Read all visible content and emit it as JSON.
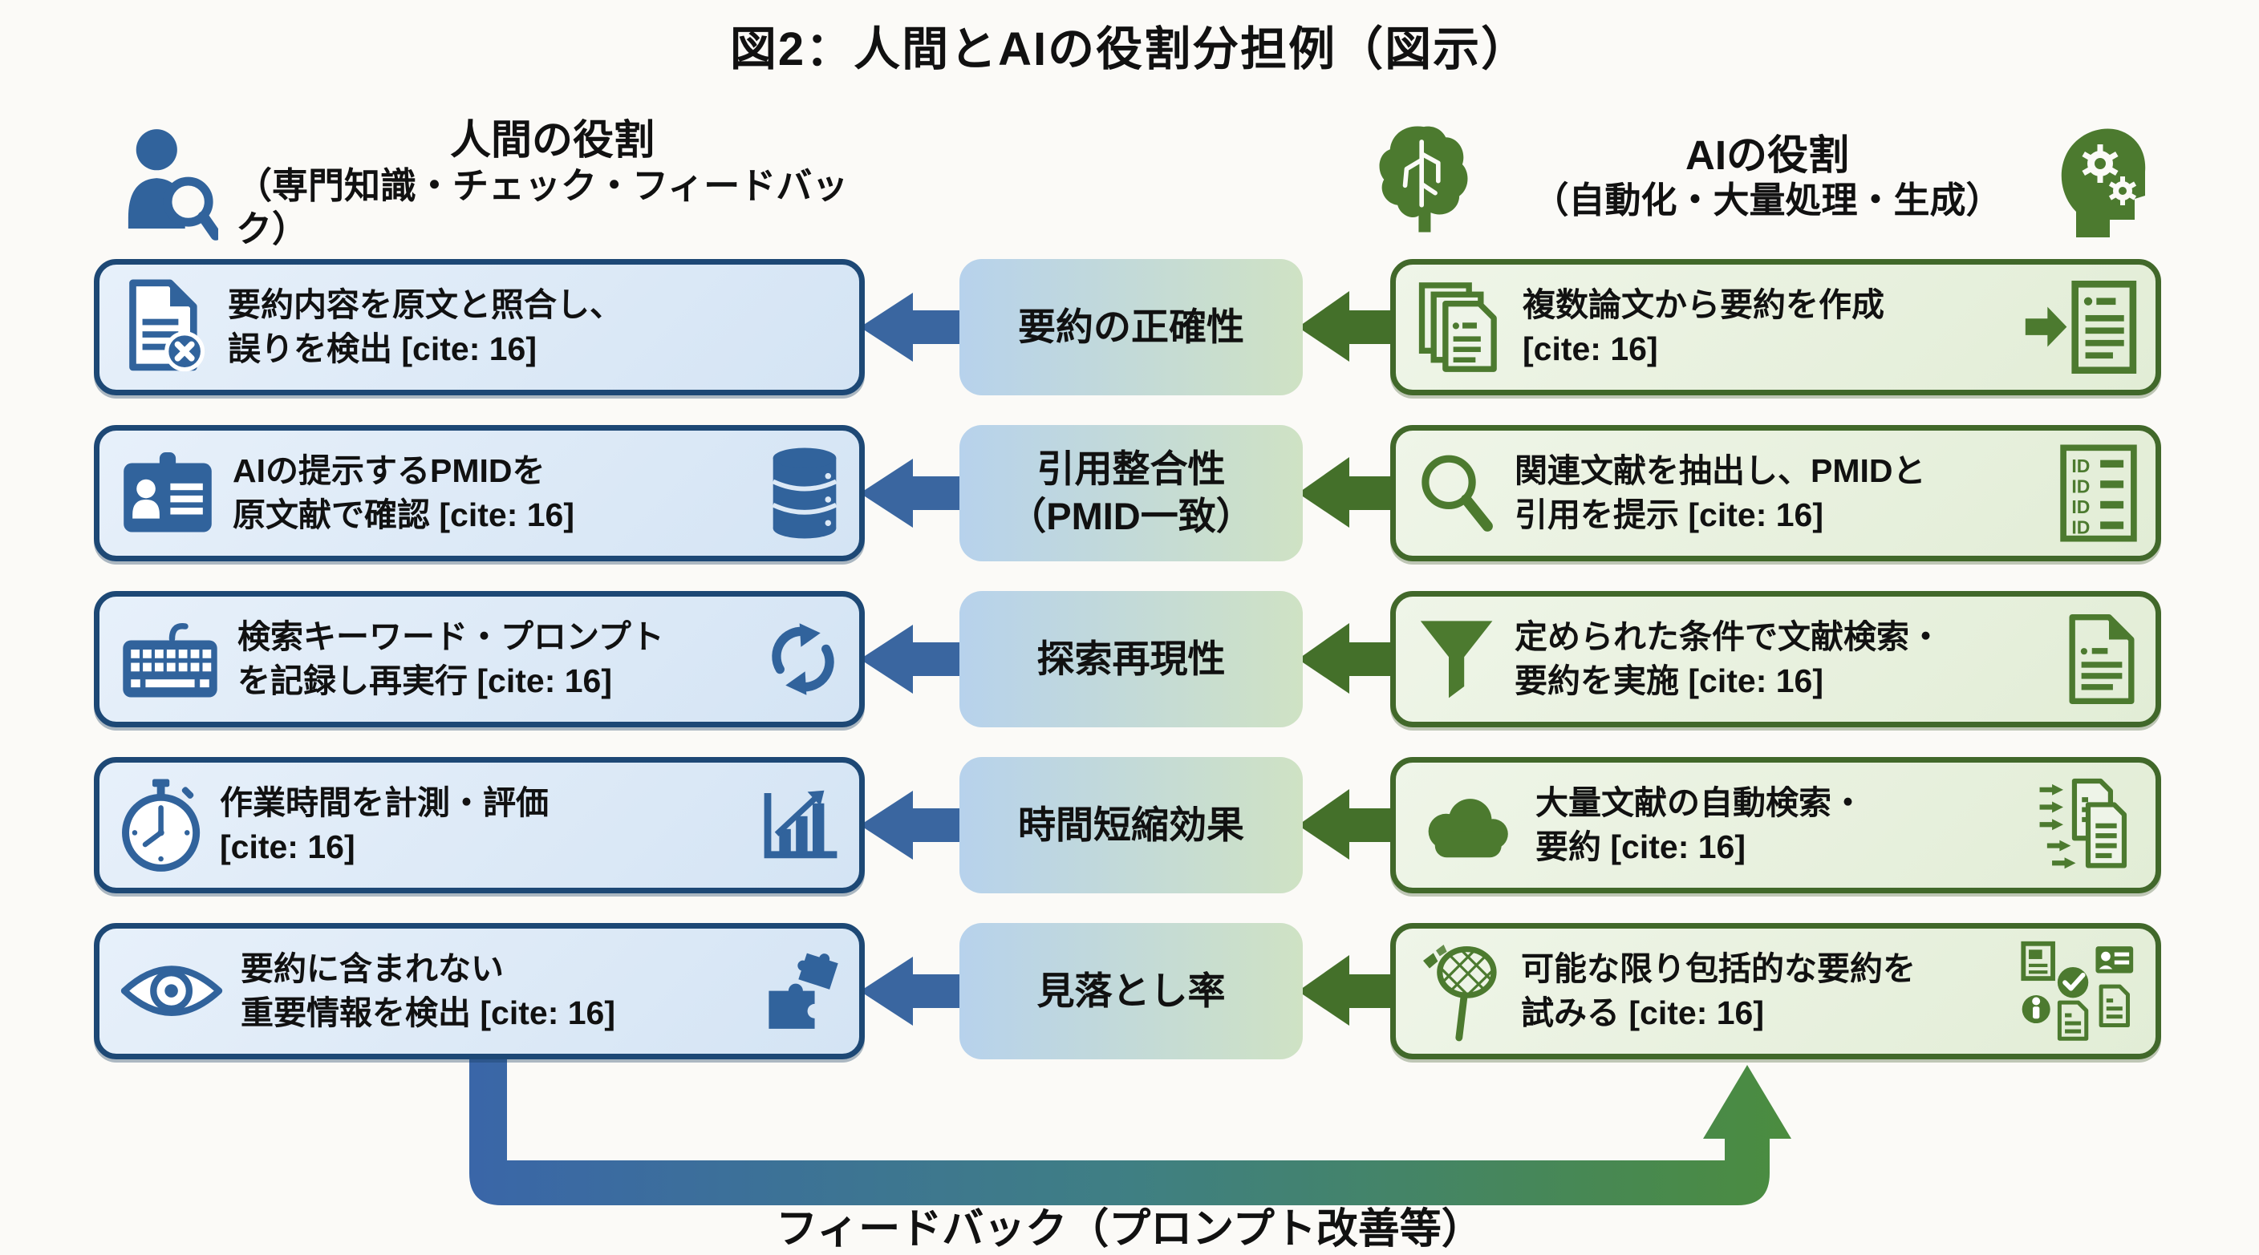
{
  "title": "図2：人間とAIの役割分担例（図示）",
  "left_header": {
    "title": "人間の役割",
    "subtitle": "（専門知識・チェック・フィードバック）"
  },
  "right_header": {
    "title": "AIの役割",
    "subtitle": "（自動化・大量処理・生成）"
  },
  "rows": [
    {
      "criterion": "要約の正確性",
      "human": "要約内容を原文と照合し、\n誤りを検出 [cite: 16]",
      "ai": "複数論文から要約を作成\n[cite: 16]"
    },
    {
      "criterion": "引用整合性\n（PMID一致）",
      "human": "AIの提示するPMIDを\n原文献で確認 [cite: 16]",
      "ai": "関連文献を抽出し、PMIDと\n引用を提示 [cite: 16]"
    },
    {
      "criterion": "探索再現性",
      "human": "検索キーワード・プロンプト\nを記録し再実行 [cite: 16]",
      "ai": "定められた条件で文献検索・\n要約を実施 [cite: 16]"
    },
    {
      "criterion": "時間短縮効果",
      "human": "作業時間を計測・評価\n[cite: 16]",
      "ai": "大量文献の自動検索・\n要約 [cite: 16]"
    },
    {
      "criterion": "見落とし率",
      "human": "要約に含まれない\n重要情報を検出 [cite: 16]",
      "ai": "可能な限り包括的な要約を\n試みる [cite: 16]"
    }
  ],
  "feedback_label": "フィードバック（プロンプト改善等）",
  "id_list_labels": [
    "ID",
    "ID",
    "ID",
    "ID"
  ],
  "colors": {
    "human_accent": "#31639c",
    "human_border": "#1d4875",
    "human_fill": "#dde9f6",
    "human_arrow": "#3a66a0",
    "ai_accent": "#4c7a2f",
    "ai_border": "#41682a",
    "ai_fill": "#e9f1e1",
    "ai_arrow": "#44702a",
    "center_gradient_left": "#b7d2ec",
    "center_gradient_right": "#cfe2c4",
    "feedback_gradient": [
      "#3a66a8",
      "#3f7f83",
      "#4b8c3f"
    ]
  }
}
